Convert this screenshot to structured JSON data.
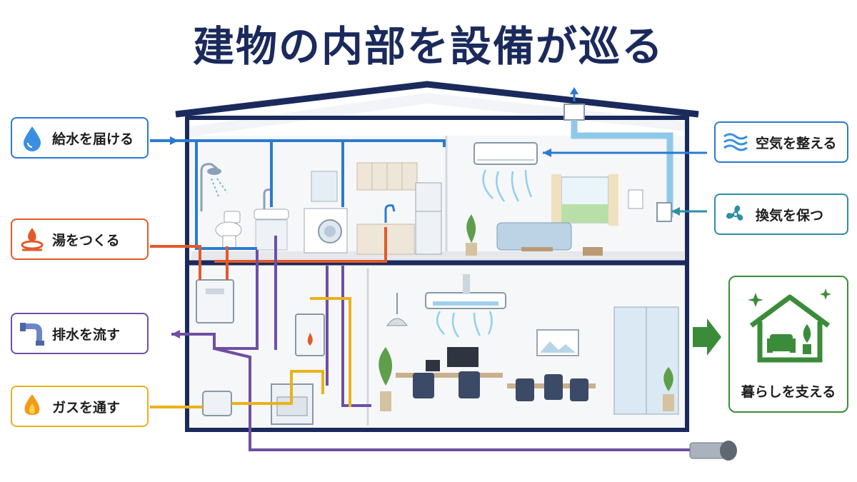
{
  "title": "建物の内部を設備が巡る",
  "labels": {
    "water": "給水を届ける",
    "hot_water": "湯をつくる",
    "drainage": "排水を流す",
    "gas": "ガスを通す",
    "air": "空気を整える",
    "ventilation": "換気を保つ",
    "life": "暮らしを支える"
  },
  "colors": {
    "water": "#2a7bd0",
    "hot_water": "#e25a2b",
    "drainage": "#6e4fa3",
    "gas": "#e9b11b",
    "air": "#63b5e0",
    "ventilation": "#2d8fa3",
    "life": "#3b8c3a",
    "frame": "#1b2a5c"
  },
  "icons": {
    "water": "water-drop-icon",
    "hot_water": "flame-on-plate-icon",
    "drainage": "drain-pipe-icon",
    "gas": "flame-icon",
    "air": "air-waves-icon",
    "ventilation": "fan-icon",
    "life": "house-with-chair-and-plant-icon"
  }
}
